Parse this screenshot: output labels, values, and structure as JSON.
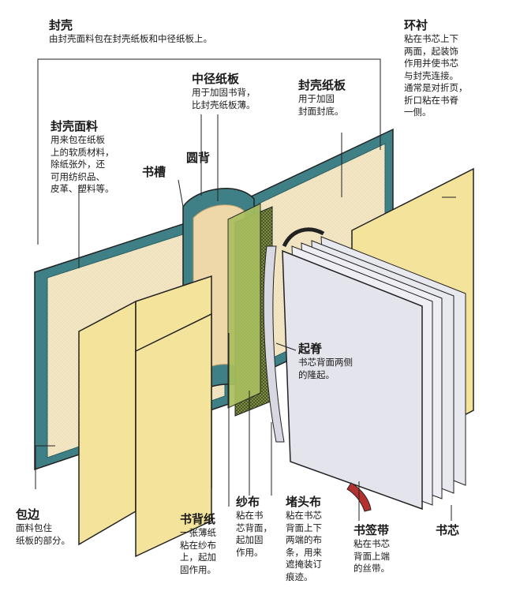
{
  "labels": {
    "fengke": {
      "title": "封壳",
      "desc": [
        "由封壳面料包在封壳纸板和中径纸板上。"
      ]
    },
    "zhongjing": {
      "title": "中径纸板",
      "desc": [
        "用于加固书背，",
        "比封壳纸板薄。"
      ]
    },
    "fengkezhiban": {
      "title": "封壳纸板",
      "desc": [
        "用于加固",
        "封面封底。"
      ]
    },
    "huanchen": {
      "title": "环衬",
      "desc": [
        "粘在书芯上下",
        "两面，起装饰",
        "作用并使书芯",
        "与封壳连接。",
        "通常是对折页，",
        "折口粘在书脊",
        "一侧。"
      ]
    },
    "fengkemianliao": {
      "title": "封壳面料",
      "desc": [
        "用来包在纸板",
        "上的软质材料，",
        "除纸张外，还",
        "可用纺织品、",
        "皮革、塑料等。"
      ]
    },
    "yuanbei": {
      "title": "圆背",
      "desc": []
    },
    "shucao": {
      "title": "书槽",
      "desc": []
    },
    "qiji": {
      "title": "起脊",
      "desc": [
        "书芯背面两侧",
        "的隆起。"
      ]
    },
    "baobian": {
      "title": "包边",
      "desc": [
        "面料包住",
        "纸板的部分。"
      ]
    },
    "shubeizhi": {
      "title": "书背纸",
      "desc": [
        "一张薄纸",
        "粘在纱布",
        "上，起加",
        "固作用。"
      ]
    },
    "shabu": {
      "title": "纱布",
      "desc": [
        "粘在书",
        "芯背面，",
        "起加固",
        "作用。"
      ]
    },
    "dutoubu": {
      "title": "堵头布",
      "desc": [
        "粘在书芯",
        "背面上下",
        "两端的布",
        "条，用来",
        "遮掩装订",
        "痕迹。"
      ]
    },
    "shuqiandai": {
      "title": "书签带",
      "desc": [
        "粘在书芯",
        "背面上端",
        "的丝带。"
      ]
    },
    "shuxin": {
      "title": "书芯",
      "desc": []
    }
  },
  "colors": {
    "cover": "#3f7f86",
    "cover_dark": "#2c5f66",
    "board": "#f3e6c4",
    "endpaper": "#f4e39b",
    "mesh": "#a6b85a",
    "mesh_dark": "#4a5a2a",
    "spine_paper": "#eed7a9",
    "pages": "#e8e8ef",
    "ribbon": "#b3312e",
    "headband": "#222222",
    "line": "#222222"
  }
}
